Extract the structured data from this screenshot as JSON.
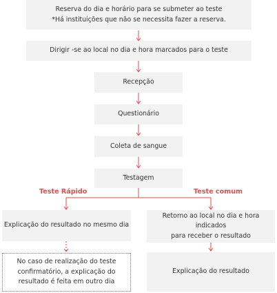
{
  "steps": {
    "reservation_line1": "Reserva do dia e horário para se submeter ao teste",
    "reservation_line2": "*Há instituições que não se necessita fazer a reserva.",
    "go_to_location": "Dirigir -se ao local no dia e hora marcados para o teste",
    "reception": "Recepção",
    "questionnaire": "Questionário",
    "blood_collection": "Coleta de sangue",
    "testing": "Testagem"
  },
  "branches": {
    "rapid": {
      "label": "Teste Rápido",
      "result": "Explicação do resultado no mesmo dia",
      "confirm_line1": "No caso de realização do teste",
      "confirm_line2": "confirmatório, a explicação do",
      "confirm_line3": "resultado é feita em outro dia"
    },
    "common": {
      "label": "Teste comum",
      "return_line1": "Retorno ao local no dia e hora indicados",
      "return_line2": "para receber o resultado",
      "result": "Explicação do resultado"
    }
  },
  "colors": {
    "arrow": "#e8494e",
    "box": "#f2f2f2",
    "text": "#333333"
  }
}
